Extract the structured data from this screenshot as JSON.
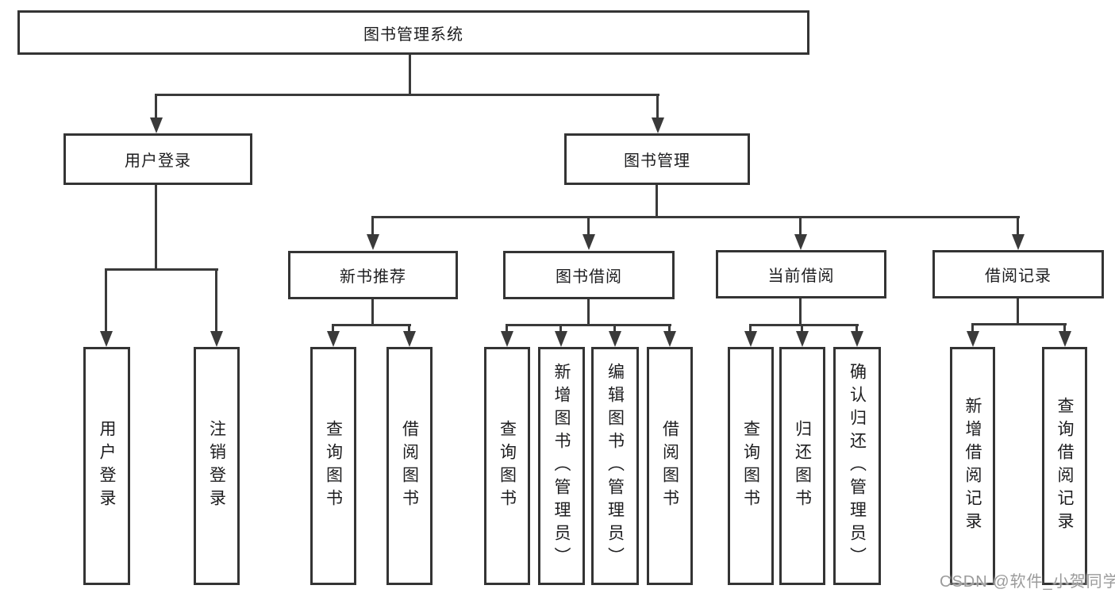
{
  "tree": {
    "label": "图书管理系统",
    "children": [
      {
        "label": "用户登录",
        "children": [
          {
            "label": "用户登录"
          },
          {
            "label": "注销登录"
          }
        ]
      },
      {
        "label": "图书管理",
        "children": [
          {
            "label": "新书推荐",
            "children": [
              {
                "label": "查询图书"
              },
              {
                "label": "借阅图书"
              }
            ]
          },
          {
            "label": "图书借阅",
            "children": [
              {
                "label": "查询图书"
              },
              {
                "label": "新增图书（管理员）"
              },
              {
                "label": "编辑图书（管理员）"
              },
              {
                "label": "借阅图书"
              }
            ]
          },
          {
            "label": "当前借阅",
            "children": [
              {
                "label": "查询图书"
              },
              {
                "label": "归还图书"
              },
              {
                "label": "确认归还（管理员）"
              }
            ]
          },
          {
            "label": "借阅记录",
            "children": [
              {
                "label": "新增借阅记录"
              },
              {
                "label": "查询借阅记录"
              }
            ]
          }
        ]
      }
    ]
  },
  "watermark": "CSDN @软件_小贺同学",
  "colors": {
    "line": "#3a3a3a",
    "border": "#343434",
    "text": "#1d1d1f",
    "watermark": "#9b9b9b",
    "background": "#ffffff"
  }
}
